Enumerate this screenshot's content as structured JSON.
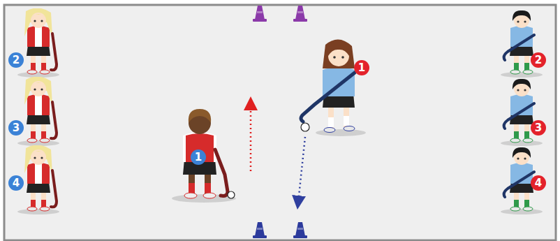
{
  "diagram": {
    "labels": [
      "2",
      "3",
      "4",
      "1",
      "1",
      "2",
      "3",
      "4"
    ]
  }
}
